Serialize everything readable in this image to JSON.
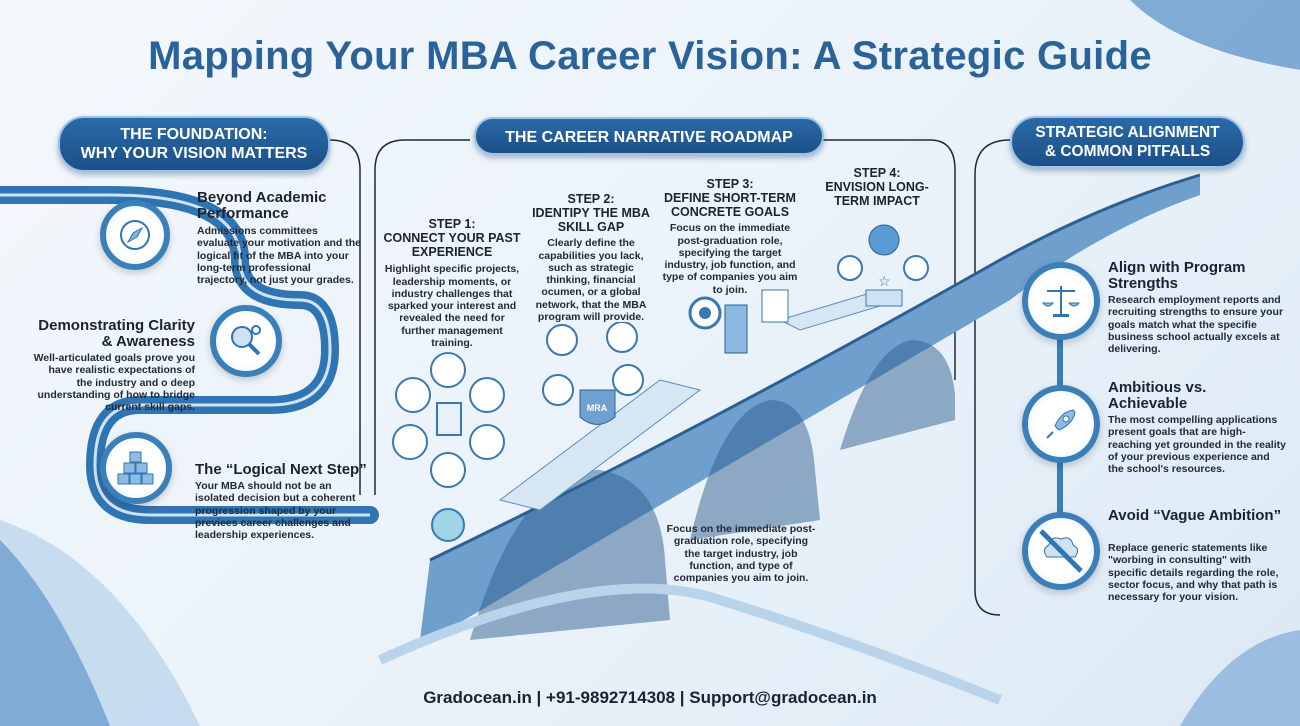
{
  "title": "Mapping Your MBA Career Vision: A Strategic Guide",
  "left": {
    "header_line1": "THE FOUNDATION:",
    "header_line2": "WHY YOUR VISION MATTERS",
    "items": [
      {
        "title": "Beyond Academic Performance",
        "text": "Admissions committees evaluate your motivation and the logical fit of the MBA into your long-term professional trajectory, not just your grades.",
        "icon": "compass-icon"
      },
      {
        "title": "Demonstrating Clarity & Awareness",
        "text": "Well-articulated goals prove you have realistic expectations of the industry and o deep understanding of how to bridge current skill gaps.",
        "icon": "magnifier-gear-icon"
      },
      {
        "title": "The “Logical Next Step”",
        "text": "Your MBA should not be an isolated decision but a coherent progression shaped by your previees career challenges and leadership experiences.",
        "icon": "blocks-icon"
      }
    ]
  },
  "center": {
    "header": "THE CAREER NARRATIVE ROADMAP",
    "steps": [
      {
        "label": "STEP 1:",
        "title": "CONNECT YOUR PAST EXPERIENCE",
        "text": "Highlight specific projects, leadership moments, or industry challenges that sparked your interest and revealed the need for further management training."
      },
      {
        "label": "STEP 2:",
        "title": "IDENTIPY THE MBA SKILL GAP",
        "text": "Clearly define the capabilities you lack, such as strategic thinking, financial ocumen, or a global network, that the MBA program will provide."
      },
      {
        "label": "STEP 3:",
        "title": "DEFINE SHORT-TERM CONCRETE GOALS",
        "text": "Focus on the immediate post-graduation role, specifying the target industry, job function, and type of companies you aim to join."
      },
      {
        "label": "STEP 4:",
        "title": "ENVISION LONG-TERM IMPACT",
        "text": ""
      }
    ],
    "bottom_note": "Focus on the immediate post-graduation role, specifying the target industry, job function, and type of companies you aim to join.",
    "badge": "MRA"
  },
  "right": {
    "header_line1": "STRATEGIC ALIGNMENT",
    "header_line2": "& COMMON PITFALLS",
    "items": [
      {
        "title": "Align with Program Strengths",
        "text": "Research employment reports and recruiting strengths to ensure your goals match what the specifie business school actually excels at delivering.",
        "icon": "scales-icon"
      },
      {
        "title": "Ambitious vs. Achievable",
        "text": "The most compelling applications present goals that are high-reaching yet grounded in the reality of your previous experience and the school's resources.",
        "icon": "rocket-icon"
      },
      {
        "title": "Avoid “Vague Ambition”",
        "text": "Replace generic statements like \"worbing in consulting\" with specific details regarding the role, sector focus, and why that path is necessary for your vision.",
        "icon": "no-cloud-icon"
      }
    ]
  },
  "footer": "Gradocean.in | +91-9892714308 | Support@gradocean.in"
}
